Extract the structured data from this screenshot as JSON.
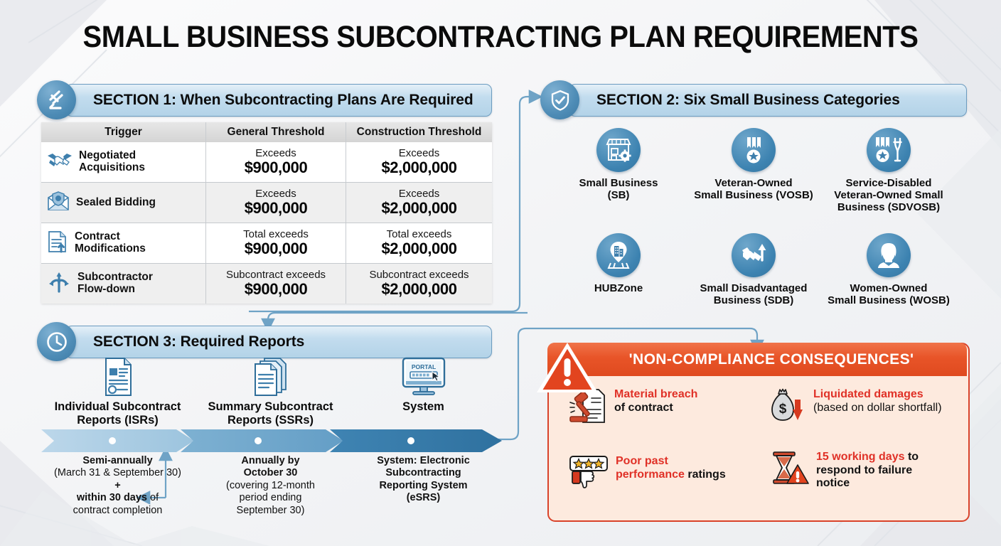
{
  "title": "SMALL BUSINESS SUBCONTRACTING PLAN REQUIREMENTS",
  "colors": {
    "accent_blue": "#3d83b1",
    "header_bar": "#b3d3e8",
    "alert_orange": "#e85428",
    "alert_red_text": "#e03127",
    "panel_bg": "#fdeade"
  },
  "section1": {
    "icon": "gavel-icon",
    "heading": "SECTION 1: When Subcontracting Plans Are Required",
    "table": {
      "columns": [
        "Trigger",
        "General Threshold",
        "Construction Threshold"
      ],
      "rows": [
        {
          "icon": "handshake-icon",
          "trigger": "Negotiated\nAcquisitions",
          "general_prefix": "Exceeds",
          "general_value": "$900,000",
          "construction_prefix": "Exceeds",
          "construction_value": "$2,000,000"
        },
        {
          "icon": "sealed-envelope-icon",
          "trigger": "Sealed Bidding",
          "general_prefix": "Exceeds",
          "general_value": "$900,000",
          "construction_prefix": "Exceeds",
          "construction_value": "$2,000,000"
        },
        {
          "icon": "document-upload-icon",
          "trigger": "Contract\nModifications",
          "general_prefix": "Total exceeds",
          "general_value": "$900,000",
          "construction_prefix": "Total exceeds",
          "construction_value": "$2,000,000"
        },
        {
          "icon": "branching-arrows-icon",
          "trigger": "Subcontractor\nFlow-down",
          "general_prefix": "Subcontract exceeds",
          "general_value": "$900,000",
          "construction_prefix": "Subcontract exceeds",
          "construction_value": "$2,000,000"
        }
      ]
    }
  },
  "section2": {
    "icon": "shield-check-icon",
    "heading": "SECTION 2: Six Small Business Categories",
    "categories": [
      {
        "icon": "storefront-gear-icon",
        "label": "Small Business\n(SB)"
      },
      {
        "icon": "medal-icon",
        "label": "Veteran-Owned\nSmall Business (VOSB)"
      },
      {
        "icon": "medal-crutch-icon",
        "label": "Service-Disabled\nVeteran-Owned Small\nBusiness (SDVOSB)"
      },
      {
        "icon": "map-pin-building-icon",
        "label": "HUBZone"
      },
      {
        "icon": "handshake-arrow-icon",
        "label": "Small Disadvantaged\nBusiness (SDB)"
      },
      {
        "icon": "woman-avatar-icon",
        "label": "Women-Owned\nSmall Business (WOSB)"
      }
    ]
  },
  "section3": {
    "icon": "clock-icon",
    "heading": "SECTION 3: Required Reports",
    "steps": [
      {
        "icon": "single-document-icon",
        "label": "Individual Subcontract\nReports (ISRs)",
        "detail_lines": [
          {
            "text": "Semi-annually",
            "bold": true
          },
          {
            "text": "(March 31 & September 30)",
            "bold": false
          },
          {
            "text": "+",
            "bold": true
          },
          {
            "text": "within 30 days of",
            "bold": "mixed"
          },
          {
            "text": "contract completion",
            "bold": false
          }
        ]
      },
      {
        "icon": "stacked-documents-icon",
        "label": "Summary Subcontract\nReports (SSRs)",
        "detail_lines": [
          {
            "text": "Annually by",
            "bold": true
          },
          {
            "text": "October 30",
            "bold": true
          },
          {
            "text": "(covering 12-month",
            "bold": false
          },
          {
            "text": "period ending",
            "bold": false
          },
          {
            "text": "September 30)",
            "bold": false
          }
        ]
      },
      {
        "icon": "portal-monitor-icon",
        "label": "System",
        "detail_lines": [
          {
            "text": "System: Electronic",
            "bold": true
          },
          {
            "text": "Subcontracting",
            "bold": true
          },
          {
            "text": "Reporting System",
            "bold": true
          },
          {
            "text": "(eSRS)",
            "bold": true
          }
        ]
      }
    ]
  },
  "noncompliance": {
    "icon": "warning-triangle-icon",
    "heading": "'NON-COMPLIANCE CONSEQUENCES'",
    "items": [
      {
        "icon": "gavel-document-icon",
        "red": "Material breach",
        "rest": "of contract",
        "rest_bold": true
      },
      {
        "icon": "money-bag-down-arrow-icon",
        "red": "Liquidated damages",
        "rest": "(based on dollar shortfall)",
        "rest_bold": false
      },
      {
        "icon": "thumbs-down-stars-icon",
        "red": "Poor past\nperformance",
        "rest": "ratings",
        "rest_bold": true
      },
      {
        "icon": "hourglass-warning-icon",
        "red": "15 working days",
        "rest": "to\nrespond to failure\nnotice",
        "rest_bold": true
      }
    ]
  }
}
